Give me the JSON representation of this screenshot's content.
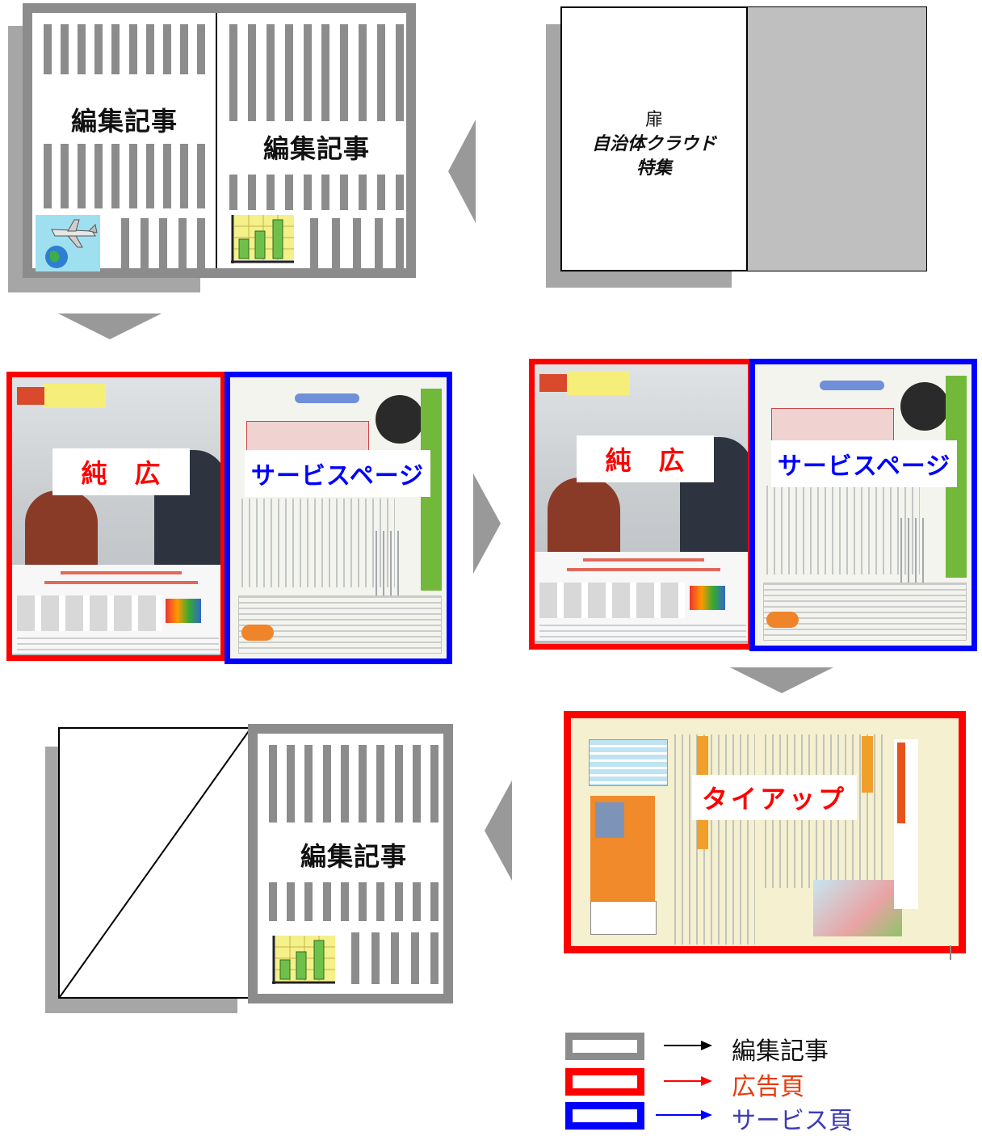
{
  "labels": {
    "editorial": "編集記事",
    "tobira_line1": "扉",
    "tobira_line2": "自治体クラウド",
    "tobira_line3": "特集",
    "pure_ad": "純　広",
    "service_page": "サービスページ",
    "tieup": "タイアップ"
  },
  "legend": {
    "editorial": "編集記事",
    "ad": "広告頁",
    "service": "サービス頁"
  },
  "colors": {
    "editorial": "#8c8c8c",
    "ad": "#ff0000",
    "service": "#0000ff",
    "ad_text": "#e83a0a",
    "service_text": "#3b3bb5"
  },
  "icons": [
    "airplane-globe-icon",
    "bar-chart-icon"
  ]
}
